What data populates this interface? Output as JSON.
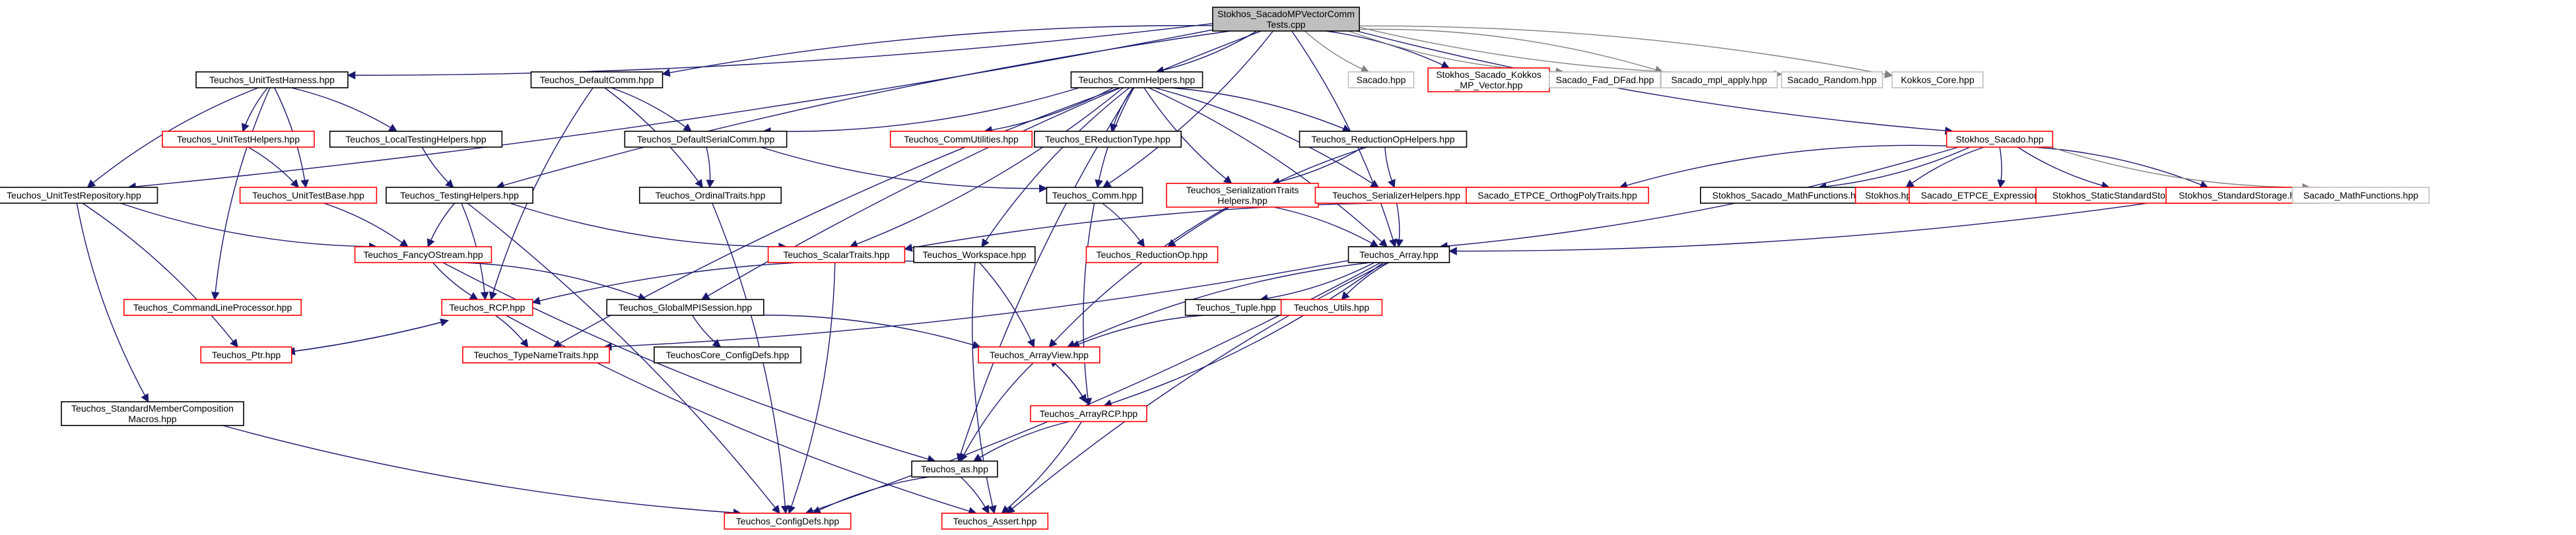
{
  "colors": {
    "background": "#ffffff",
    "root_fill": "#bfbfbf",
    "node_fill": "#ffffff",
    "border_black": "#000000",
    "border_red": "#ff0000",
    "border_grey": "#bfbfbf",
    "text": "#000000",
    "edge_blue": "#191970",
    "edge_grey": "#808080"
  },
  "nodes": [
    {
      "id": "root",
      "lines": [
        "Stokhos_SacadoMPVectorComm",
        "Tests.cpp"
      ],
      "border": "root"
    },
    {
      "id": "unittestharness",
      "lines": [
        "Teuchos_UnitTestHarness.hpp"
      ],
      "border": "black"
    },
    {
      "id": "defaultcomm",
      "lines": [
        "Teuchos_DefaultComm.hpp"
      ],
      "border": "black"
    },
    {
      "id": "commhelpers",
      "lines": [
        "Teuchos_CommHelpers.hpp"
      ],
      "border": "black"
    },
    {
      "id": "sacado",
      "lines": [
        "Sacado.hpp"
      ],
      "border": "grey"
    },
    {
      "id": "stokhos_sacado_kokkos",
      "lines": [
        "Stokhos_Sacado_Kokkos",
        "_MP_Vector.hpp"
      ],
      "border": "red"
    },
    {
      "id": "sacado_fad",
      "lines": [
        "Sacado_Fad_DFad.hpp"
      ],
      "border": "grey"
    },
    {
      "id": "sacado_mpl",
      "lines": [
        "Sacado_mpl_apply.hpp"
      ],
      "border": "grey"
    },
    {
      "id": "sacado_random",
      "lines": [
        "Sacado_Random.hpp"
      ],
      "border": "grey"
    },
    {
      "id": "kokkos_core",
      "lines": [
        "Kokkos_Core.hpp"
      ],
      "border": "grey"
    },
    {
      "id": "unittesthelpers",
      "lines": [
        "Teuchos_UnitTestHelpers.hpp"
      ],
      "border": "red"
    },
    {
      "id": "localtestinghelpers",
      "lines": [
        "Teuchos_LocalTestingHelpers.hpp"
      ],
      "border": "black"
    },
    {
      "id": "defaultserialcomm",
      "lines": [
        "Teuchos_DefaultSerialComm.hpp"
      ],
      "border": "black"
    },
    {
      "id": "commutilities",
      "lines": [
        "Teuchos_CommUtilities.hpp"
      ],
      "border": "red"
    },
    {
      "id": "ereductiontype",
      "lines": [
        "Teuchos_EReductionType.hpp"
      ],
      "border": "black"
    },
    {
      "id": "reductionophelpers",
      "lines": [
        "Teuchos_ReductionOpHelpers.hpp"
      ],
      "border": "black"
    },
    {
      "id": "stokhos_sacado",
      "lines": [
        "Stokhos_Sacado.hpp"
      ],
      "border": "red"
    },
    {
      "id": "unittestrepository",
      "lines": [
        "Teuchos_UnitTestRepository.hpp"
      ],
      "border": "black"
    },
    {
      "id": "unittestbase",
      "lines": [
        "Teuchos_UnitTestBase.hpp"
      ],
      "border": "red"
    },
    {
      "id": "testinghelpers",
      "lines": [
        "Teuchos_TestingHelpers.hpp"
      ],
      "border": "black"
    },
    {
      "id": "ordinaltraits",
      "lines": [
        "Teuchos_OrdinalTraits.hpp"
      ],
      "border": "black"
    },
    {
      "id": "comm",
      "lines": [
        "Teuchos_Comm.hpp"
      ],
      "border": "black"
    },
    {
      "id": "serializationtraitshelpers",
      "lines": [
        "Teuchos_SerializationTraits",
        "Helpers.hpp"
      ],
      "border": "red"
    },
    {
      "id": "serializerhelpers",
      "lines": [
        "Teuchos_SerializerHelpers.hpp"
      ],
      "border": "red"
    },
    {
      "id": "sacado_etpce_orthog",
      "lines": [
        "Sacado_ETPCE_OrthogPolyTraits.hpp"
      ],
      "border": "red"
    },
    {
      "id": "stokhos_sacado_mathfunctions",
      "lines": [
        "Stokhos_Sacado_MathFunctions.hpp"
      ],
      "border": "black"
    },
    {
      "id": "stokhos_hpp",
      "lines": [
        "Stokhos.hpp"
      ],
      "border": "red"
    },
    {
      "id": "sacado_etpce_expr",
      "lines": [
        "Sacado_ETPCE_ExpressionTraits.hpp"
      ],
      "border": "red"
    },
    {
      "id": "stokhos_staticstandardstorage",
      "lines": [
        "Stokhos_StaticStandardStorage.hpp"
      ],
      "border": "red"
    },
    {
      "id": "stokhos_standardstorage",
      "lines": [
        "Stokhos_StandardStorage.hpp"
      ],
      "border": "red"
    },
    {
      "id": "sacado_mathfunctions",
      "lines": [
        "Sacado_MathFunctions.hpp"
      ],
      "border": "grey"
    },
    {
      "id": "fancyostream",
      "lines": [
        "Teuchos_FancyOStream.hpp"
      ],
      "border": "red"
    },
    {
      "id": "scalartraits",
      "lines": [
        "Teuchos_ScalarTraits.hpp"
      ],
      "border": "red"
    },
    {
      "id": "workspace",
      "lines": [
        "Teuchos_Workspace.hpp"
      ],
      "border": "black"
    },
    {
      "id": "reductionop",
      "lines": [
        "Teuchos_ReductionOp.hpp"
      ],
      "border": "red"
    },
    {
      "id": "array",
      "lines": [
        "Teuchos_Array.hpp"
      ],
      "border": "black"
    },
    {
      "id": "commandlineprocessor",
      "lines": [
        "Teuchos_CommandLineProcessor.hpp"
      ],
      "border": "red"
    },
    {
      "id": "rcp",
      "lines": [
        "Teuchos_RCP.hpp"
      ],
      "border": "red"
    },
    {
      "id": "globalmpisession",
      "lines": [
        "Teuchos_GlobalMPISession.hpp"
      ],
      "border": "black"
    },
    {
      "id": "tuple",
      "lines": [
        "Teuchos_Tuple.hpp"
      ],
      "border": "black"
    },
    {
      "id": "utils",
      "lines": [
        "Teuchos_Utils.hpp"
      ],
      "border": "red"
    },
    {
      "id": "ptr",
      "lines": [
        "Teuchos_Ptr.hpp"
      ],
      "border": "red"
    },
    {
      "id": "typenametraits",
      "lines": [
        "Teuchos_TypeNameTraits.hpp"
      ],
      "border": "red"
    },
    {
      "id": "teuchoscore_configdefs",
      "lines": [
        "TeuchosCore_ConfigDefs.hpp"
      ],
      "border": "black"
    },
    {
      "id": "arrayview",
      "lines": [
        "Teuchos_ArrayView.hpp"
      ],
      "border": "red"
    },
    {
      "id": "arrayrcp",
      "lines": [
        "Teuchos_ArrayRCP.hpp"
      ],
      "border": "red"
    },
    {
      "id": "standardmembercomposition",
      "lines": [
        "Teuchos_StandardMemberComposition",
        "Macros.hpp"
      ],
      "border": "black"
    },
    {
      "id": "as",
      "lines": [
        "Teuchos_as.hpp"
      ],
      "border": "black"
    },
    {
      "id": "configdefs",
      "lines": [
        "Teuchos_ConfigDefs.hpp"
      ],
      "border": "red"
    },
    {
      "id": "assert",
      "lines": [
        "Teuchos_Assert.hpp"
      ],
      "border": "red"
    }
  ],
  "edges": [
    [
      "root",
      "unittestharness"
    ],
    [
      "root",
      "defaultcomm"
    ],
    [
      "root",
      "commhelpers"
    ],
    [
      "root",
      "sacado"
    ],
    [
      "root",
      "stokhos_sacado_kokkos"
    ],
    [
      "root",
      "sacado_fad"
    ],
    [
      "root",
      "sacado_mpl"
    ],
    [
      "root",
      "sacado_random"
    ],
    [
      "root",
      "kokkos_core"
    ],
    [
      "root",
      "stokhos_sacado"
    ],
    [
      "root",
      "unittestrepository"
    ],
    [
      "root",
      "testinghelpers"
    ],
    [
      "root",
      "comm"
    ],
    [
      "root",
      "globalmpisession"
    ],
    [
      "root",
      "array"
    ],
    [
      "unittestharness",
      "unittesthelpers"
    ],
    [
      "unittestharness",
      "localtestinghelpers"
    ],
    [
      "unittestharness",
      "unittestrepository"
    ],
    [
      "unittestharness",
      "unittestbase"
    ],
    [
      "unittestharness",
      "commandlineprocessor"
    ],
    [
      "unittesthelpers",
      "unittestbase"
    ],
    [
      "localtestinghelpers",
      "testinghelpers"
    ],
    [
      "unittestbase",
      "fancyostream"
    ],
    [
      "testinghelpers",
      "fancyostream"
    ],
    [
      "testinghelpers",
      "rcp"
    ],
    [
      "testinghelpers",
      "scalartraits"
    ],
    [
      "testinghelpers",
      "configdefs"
    ],
    [
      "unittestrepository",
      "fancyostream"
    ],
    [
      "unittestrepository",
      "ptr"
    ],
    [
      "unittestrepository",
      "standardmembercomposition"
    ],
    [
      "defaultcomm",
      "defaultserialcomm"
    ],
    [
      "defaultcomm",
      "rcp"
    ],
    [
      "defaultcomm",
      "ordinaltraits"
    ],
    [
      "defaultserialcomm",
      "comm"
    ],
    [
      "defaultserialcomm",
      "ordinaltraits"
    ],
    [
      "commhelpers",
      "comm"
    ],
    [
      "commhelpers",
      "commutilities"
    ],
    [
      "commhelpers",
      "ereductiontype"
    ],
    [
      "commhelpers",
      "reductionophelpers"
    ],
    [
      "commhelpers",
      "serializationtraitshelpers"
    ],
    [
      "commhelpers",
      "serializerhelpers"
    ],
    [
      "commhelpers",
      "workspace"
    ],
    [
      "commhelpers",
      "scalartraits"
    ],
    [
      "commhelpers",
      "typenametraits"
    ],
    [
      "commhelpers",
      "array"
    ],
    [
      "commhelpers",
      "as"
    ],
    [
      "commhelpers",
      "defaultserialcomm"
    ],
    [
      "reductionophelpers",
      "reductionop"
    ],
    [
      "reductionophelpers",
      "serializationtraitshelpers"
    ],
    [
      "reductionophelpers",
      "serializerhelpers"
    ],
    [
      "comm",
      "reductionop"
    ],
    [
      "comm",
      "arrayrcp"
    ],
    [
      "serializationtraitshelpers",
      "array"
    ],
    [
      "serializationtraitshelpers",
      "arrayview"
    ],
    [
      "serializerhelpers",
      "array"
    ],
    [
      "stokhos_sacado",
      "sacado_etpce_orthog"
    ],
    [
      "stokhos_sacado",
      "stokhos_sacado_mathfunctions"
    ],
    [
      "stokhos_sacado",
      "stokhos_hpp"
    ],
    [
      "stokhos_sacado",
      "sacado_etpce_expr"
    ],
    [
      "stokhos_sacado",
      "stokhos_staticstandardstorage"
    ],
    [
      "stokhos_sacado",
      "stokhos_standardstorage"
    ],
    [
      "stokhos_sacado",
      "sacado_mathfunctions"
    ],
    [
      "stokhos_sacado",
      "array"
    ],
    [
      "sacado_etpce_orthog",
      "scalartraits"
    ],
    [
      "stokhos_standardstorage",
      "array"
    ],
    [
      "fancyostream",
      "rcp"
    ],
    [
      "fancyostream",
      "globalmpisession"
    ],
    [
      "fancyostream",
      "as"
    ],
    [
      "scalartraits",
      "configdefs"
    ],
    [
      "workspace",
      "rcp"
    ],
    [
      "workspace",
      "arrayview"
    ],
    [
      "workspace",
      "assert"
    ],
    [
      "array",
      "tuple"
    ],
    [
      "array",
      "utils"
    ],
    [
      "array",
      "arrayrcp"
    ],
    [
      "array",
      "arrayview"
    ],
    [
      "array",
      "typenametraits"
    ],
    [
      "array",
      "assert"
    ],
    [
      "array",
      "configdefs"
    ],
    [
      "rcp",
      "ptr"
    ],
    [
      "rcp",
      "typenametraits"
    ],
    [
      "rcp",
      "assert"
    ],
    [
      "ptr",
      "rcp"
    ],
    [
      "globalmpisession",
      "teuchoscore_configdefs"
    ],
    [
      "globalmpisession",
      "arrayview"
    ],
    [
      "tuple",
      "arrayview"
    ],
    [
      "arrayview",
      "arrayrcp"
    ],
    [
      "arrayview",
      "as"
    ],
    [
      "arrayrcp",
      "arrayview"
    ],
    [
      "arrayrcp",
      "as"
    ],
    [
      "arrayrcp",
      "assert"
    ],
    [
      "as",
      "configdefs"
    ],
    [
      "as",
      "assert"
    ],
    [
      "standardmembercomposition",
      "configdefs"
    ],
    [
      "ordinaltraits",
      "configdefs"
    ]
  ]
}
